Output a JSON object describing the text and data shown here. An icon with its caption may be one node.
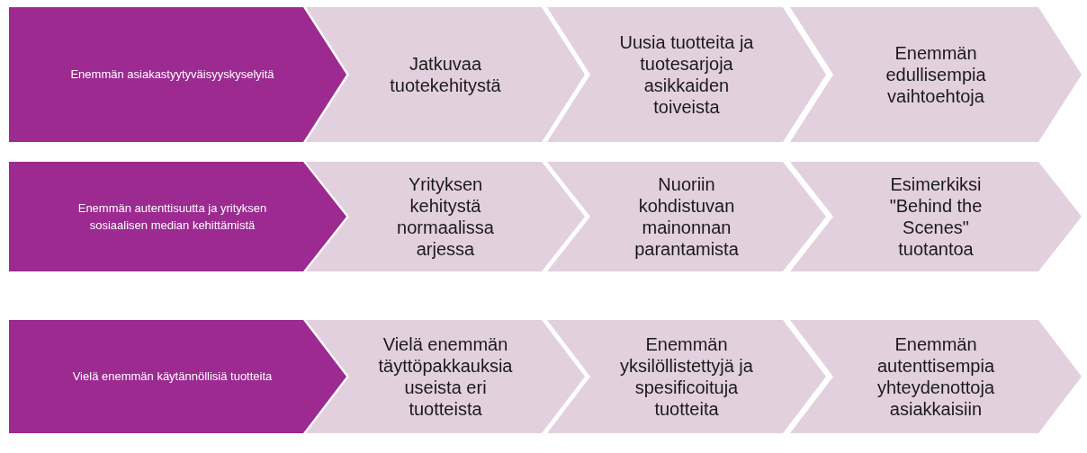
{
  "diagram": {
    "nodes": [
      {
        "text": [
          "Enemmän asiakastyytyväisyyskyselyitä"
        ]
      },
      {
        "text": [
          "Jatkuvaa tuotekehitystä"
        ]
      },
      {
        "text": [
          "Uusia tuotteita ja tuotesarjoja asikkaiden toiveista"
        ]
      },
      {
        "text": [
          "Enemmän edullisempia vaihtoehtoja"
        ]
      },
      {
        "text": [
          "Enemmän autenttisuutta ja yrityksen sosiaalisen median kehittämistä"
        ]
      },
      {
        "text": [
          "Yrityksen kehitystä normaalissa arjessa"
        ]
      },
      {
        "text": [
          "Nuoriin kohdistuvan mainonnan parantamista"
        ]
      },
      {
        "text": [
          "Esimerkiksi \"Behind the Scenes\" tuotantoa"
        ]
      },
      {
        "text": [
          "Vielä enemmän käytännöllisiä tuotteita"
        ]
      },
      {
        "text": [
          "Vielä enemmän täyttöpakkauksia useista eri tuotteista"
        ]
      },
      {
        "text": [
          "Enemmän yksilöllistettyjä ja spesificoituja tuotteita"
        ]
      },
      {
        "text": [
          "Enemmän autenttisempia yhteydenottoja asiakkaisiin"
        ]
      }
    ]
  }
}
